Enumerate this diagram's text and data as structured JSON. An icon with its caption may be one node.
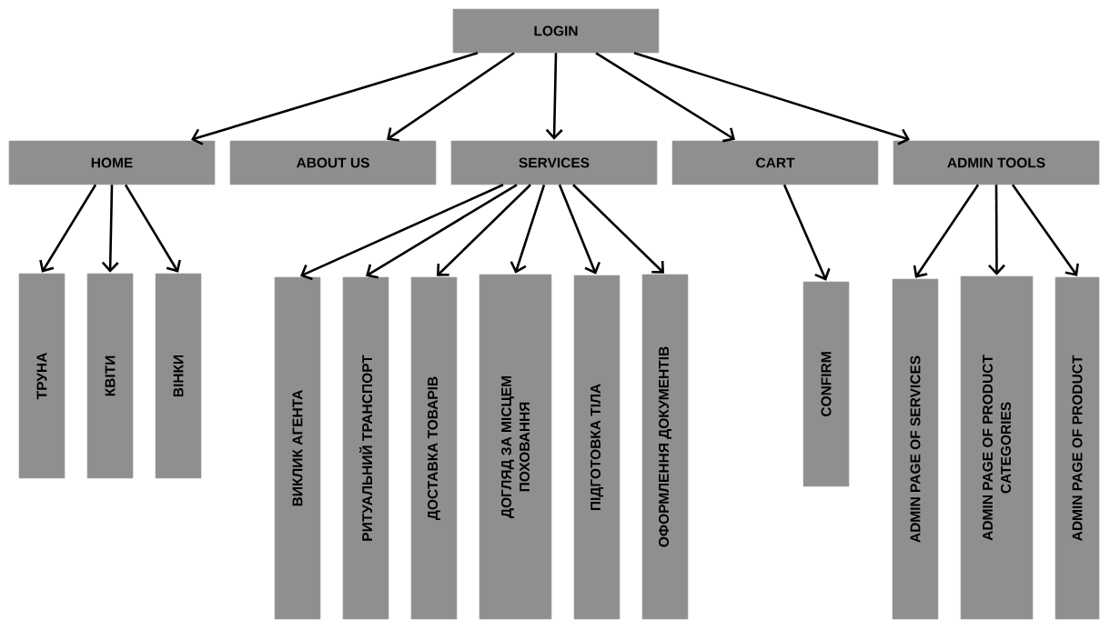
{
  "diagram": {
    "nodes": [
      {
        "text": [
          "LOGIN"
        ]
      },
      {
        "text": [
          "HOME"
        ]
      },
      {
        "text": [
          "ABOUT US"
        ]
      },
      {
        "text": [
          "SERVICES"
        ]
      },
      {
        "text": [
          "CART"
        ]
      },
      {
        "text": [
          "ADMIN TOOLS"
        ]
      },
      {
        "text": [
          "ТРУНА"
        ]
      },
      {
        "text": [
          "КВІТИ"
        ]
      },
      {
        "text": [
          "ВІНКИ"
        ]
      },
      {
        "text": [
          "ВИКЛИК АГЕНТА"
        ]
      },
      {
        "text": [
          "РИТУАЛЬНИЙ ТРАНСПОРТ"
        ]
      },
      {
        "text": [
          "ДОСТАВКА ТОВАРІВ"
        ]
      },
      {
        "text": [
          "ДОГЛЯД ЗА МІСЦЕМ ПОХОВАННЯ"
        ]
      },
      {
        "text": [
          "ПІДГОТОВКА ТІЛА"
        ]
      },
      {
        "text": [
          "ОФОРМЛЕННЯ ДОКУМЕНТІВ"
        ]
      },
      {
        "text": [
          "CONFIRM"
        ]
      },
      {
        "text": [
          "ADMIN PAGE OF SERVICES"
        ]
      },
      {
        "text": [
          "ADMIN PAGE OF PRODUCT CATEGORIES"
        ]
      },
      {
        "text": [
          "ADMIN PAGE OF PRODUCT"
        ]
      }
    ],
    "edges": [
      {
        "from": 0,
        "to": 1,
        "arrow": "to"
      },
      {
        "from": 0,
        "to": 2,
        "arrow": "to"
      },
      {
        "from": 0,
        "to": 3,
        "arrow": "to"
      },
      {
        "from": 0,
        "to": 4,
        "arrow": "to"
      },
      {
        "from": 0,
        "to": 5,
        "arrow": "to"
      },
      {
        "from": 1,
        "to": 6,
        "arrow": "to"
      },
      {
        "from": 1,
        "to": 7,
        "arrow": "to"
      },
      {
        "from": 1,
        "to": 8,
        "arrow": "to"
      },
      {
        "from": 3,
        "to": 9,
        "arrow": "to"
      },
      {
        "from": 3,
        "to": 10,
        "arrow": "to"
      },
      {
        "from": 3,
        "to": 11,
        "arrow": "to"
      },
      {
        "from": 3,
        "to": 12,
        "arrow": "to"
      },
      {
        "from": 3,
        "to": 13,
        "arrow": "to"
      },
      {
        "from": 3,
        "to": 14,
        "arrow": "to"
      },
      {
        "from": 4,
        "to": 15,
        "arrow": "to"
      },
      {
        "from": 5,
        "to": 16,
        "arrow": "to"
      },
      {
        "from": 5,
        "to": 17,
        "arrow": "to"
      },
      {
        "from": 5,
        "to": 18,
        "arrow": "to"
      }
    ]
  }
}
